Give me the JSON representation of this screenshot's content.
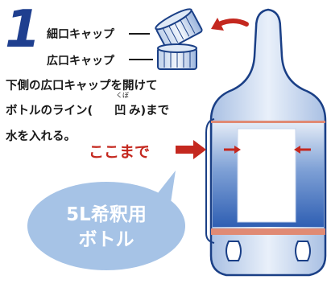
{
  "step_number": "1",
  "labels": {
    "small_cap": "細口キャップ",
    "wide_cap": "広口キャップ"
  },
  "instructions": {
    "line1": "下側の広口キャップを開けて",
    "line2_before": "ボトルのライン(",
    "line2_kanji": "凹",
    "line2_after": "み)まで",
    "ruby": "くぼ",
    "line3": "水を入れる。"
  },
  "callout": "ここまで",
  "bubble": {
    "line1": "5L希釈用",
    "line2": "ボトル"
  },
  "colors": {
    "step_blue": "#1f3f8f",
    "callout_red": "#c4281f",
    "line_salmon": "#e08a74",
    "water_blue": "#2f5fb3",
    "bubble_fill": "#a6c3e6"
  }
}
